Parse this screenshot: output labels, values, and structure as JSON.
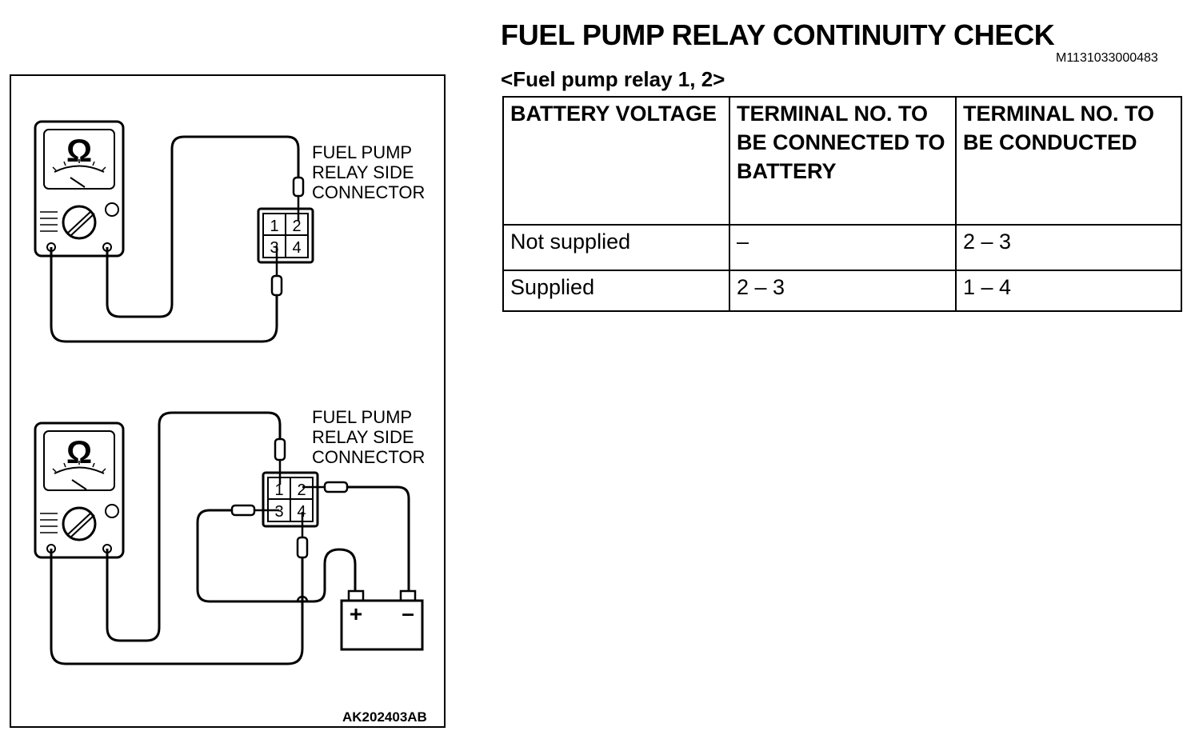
{
  "header": {
    "title": "FUEL PUMP RELAY CONTINUITY CHECK",
    "doc_id": "M1131033000483",
    "subtitle": "<Fuel pump relay 1, 2>"
  },
  "table": {
    "headers": [
      "BATTERY VOLTAGE",
      "TERMINAL NO. TO BE CONNECTED TO BATTERY",
      "TERMINAL NO. TO BE CONDUCTED"
    ],
    "rows": [
      [
        "Not supplied",
        "–",
        "2 – 3"
      ],
      [
        "Supplied",
        "2 – 3",
        "1 – 4"
      ]
    ]
  },
  "figure": {
    "id": "AK202403AB",
    "meter_symbol": "Ω",
    "connector_label": "FUEL PUMP\nRELAY SIDE\nCONNECTOR",
    "terminals": [
      "1",
      "2",
      "3",
      "4"
    ],
    "battery_plus": "+",
    "battery_minus": "–"
  }
}
